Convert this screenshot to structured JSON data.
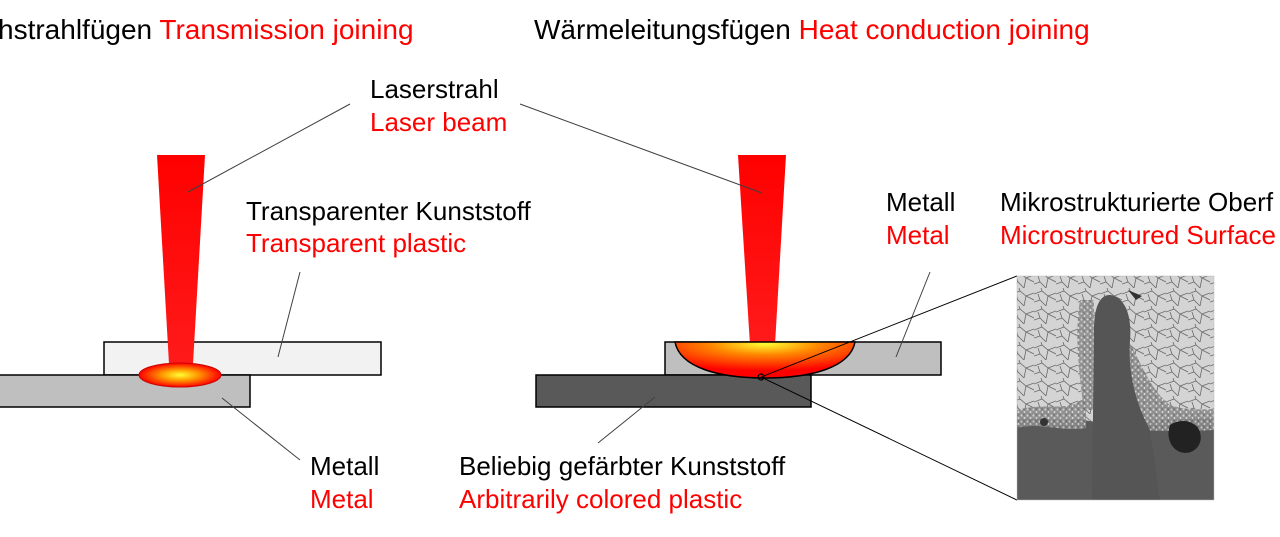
{
  "titles": {
    "left_de": "hstrahlfügen",
    "left_en": "Transmission joining",
    "right_de": "Wärmeleitungsfügen",
    "right_en": "Heat conduction joining"
  },
  "labels": {
    "laser_de": "Laserstrahl",
    "laser_en": "Laser beam",
    "transparent_de": "Transparenter Kunststoff",
    "transparent_en": "Transparent plastic",
    "metal_left_de": "Metall",
    "metal_left_en": "Metal",
    "metal_right_de": "Metall",
    "metal_right_en": "Metal",
    "micro_de": "Mikrostrukturierte Oberf",
    "micro_en": "Microstructured Surface",
    "colored_de": "Beliebig gefärbter Kunststoff",
    "colored_en": "Arbitrarily colored plastic"
  },
  "colors": {
    "german_text": "#000000",
    "english_text": "#ff0000",
    "laser_beam": "#ff0000",
    "transparent_plastic": "#f2f2f2",
    "metal": "#bfbfbf",
    "colored_plastic": "#595959",
    "micrograph_dark": "#5a5a5a",
    "micrograph_light": "#d9d9d9"
  }
}
